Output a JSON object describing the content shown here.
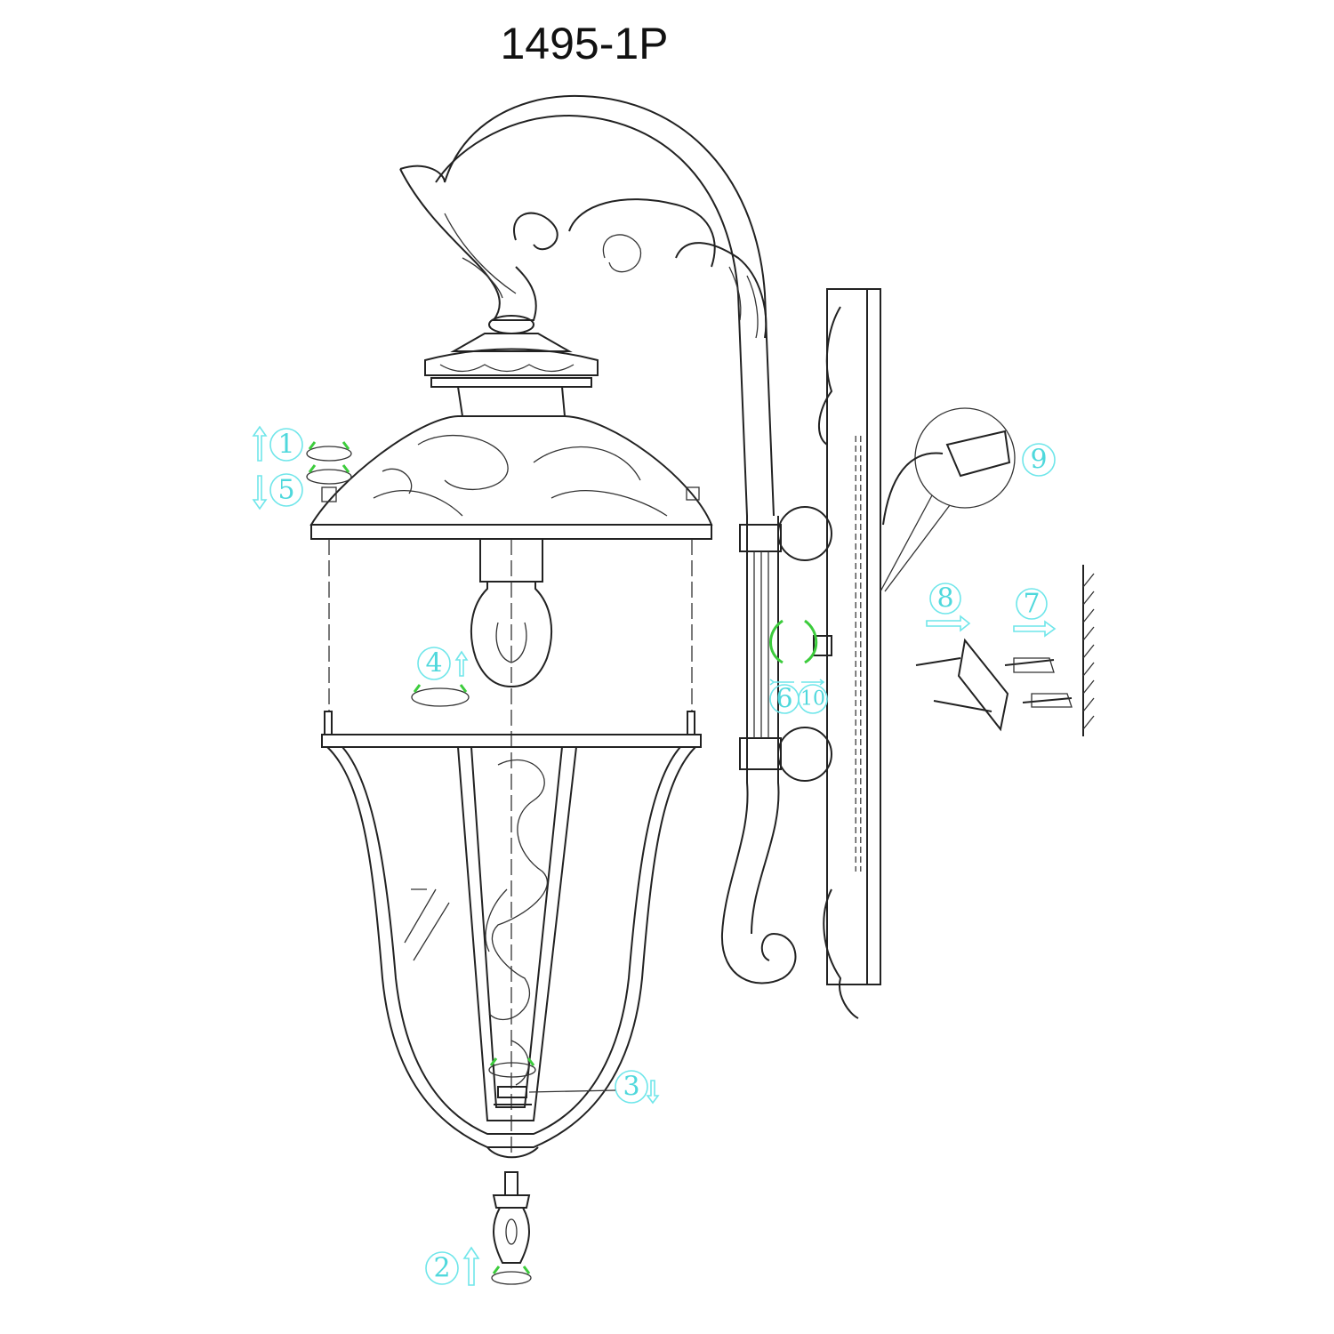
{
  "title": "1495-1P",
  "steps": {
    "s1": "1",
    "s2": "2",
    "s3": "3",
    "s4": "4",
    "s5": "5",
    "s6": "6",
    "s7": "7",
    "s8": "8",
    "s9": "9",
    "s10": "10"
  },
  "colors": {
    "step_label": "#4fd8dc",
    "rotate_arrow": "#3ccc3c",
    "line": "#222222"
  }
}
